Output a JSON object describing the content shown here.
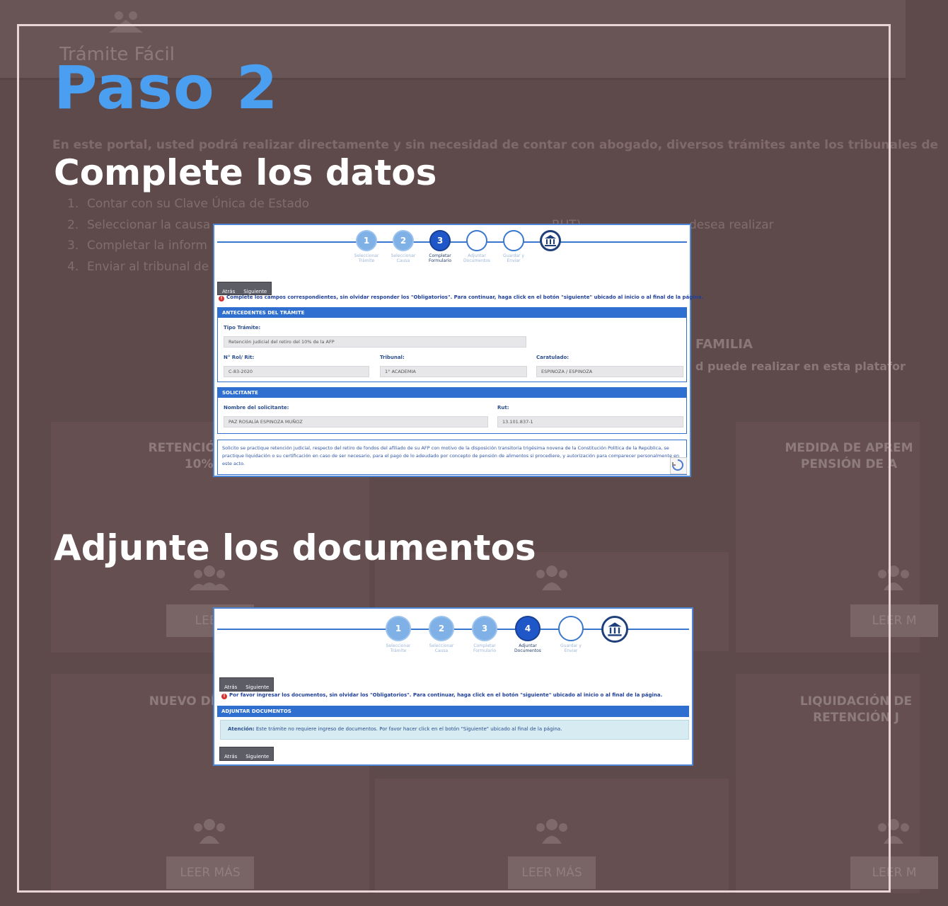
{
  "background": {
    "logo_text": "Trámite Fácil",
    "intro": "En este portal, usted podrá realizar directamente y sin necesidad de contar con abogado, diversos trámites ante los tribunales de",
    "steps": [
      {
        "n": "1.",
        "text": "Contar con su Clave Única de Estado"
      },
      {
        "n": "2.",
        "text": "Seleccionar la causa"
      },
      {
        "n": "3.",
        "text": "Completar la inform"
      },
      {
        "n": "4.",
        "text": "Enviar al tribunal de"
      }
    ],
    "step2_mid": "RUT)",
    "step2_tail": "desea realizar",
    "familia": "FAMILIA",
    "puede": "d puede realizar en esta platafor",
    "cards": [
      {
        "title": "RETENCIÓN JUDICI\n10% DE",
        "button": "LEER"
      },
      {
        "title": "MEDIDA DE APREM\nPENSIÓN DE A",
        "button": "LEER M"
      },
      {
        "title": "NUEVO DÍA Y HOR",
        "button": "LEER MÁS"
      },
      {
        "title": "LIQUIDACIÓN DE\nRETENCIÓN J",
        "button": "LEER M"
      },
      {
        "button": "LEER MÁS"
      }
    ]
  },
  "title": "Paso 2",
  "heading1": "Complete los datos",
  "heading2": "Adjunte los documentos",
  "shot1": {
    "wizard": [
      {
        "num": "1",
        "label": "Seleccionar\nTrámite",
        "state": "done"
      },
      {
        "num": "2",
        "label": "Seleccionar\nCausa",
        "state": "done"
      },
      {
        "num": "3",
        "label": "Completar\nFormulario",
        "state": "active"
      },
      {
        "num": "",
        "label": "Adjuntar\nDocumentos",
        "state": "todo"
      },
      {
        "num": "",
        "label": "Guardar y\nEnviar",
        "state": "todo"
      }
    ],
    "back": "Atrás",
    "next": "Siguiente",
    "notice": "Complete los campos correspondientes, sin olvidar responder los \"Obligatorios\". Para continuar, haga click en el botón \"siguiente\" ubicado al inicio o al final de la página.",
    "sec1_title": "ANTECEDENTES DEL TRÁMITE",
    "tipo_label": "Tipo Trámite:",
    "tipo_value": "Retención judicial del retiro del 10% de la AFP",
    "rol_label": "N° Rol/ Rit:",
    "rol_value": "C-83-2020",
    "tribunal_label": "Tribunal:",
    "tribunal_value": "1° ACADEMIA",
    "caratulado_label": "Caratulado:",
    "caratulado_value": "ESPINOZA / ESPINOZA",
    "sec2_title": "SOLICITANTE",
    "nombre_label": "Nombre del solicitante:",
    "nombre_value": "PAZ ROSALÍA ESPINOZA MUÑOZ",
    "rut_label": "Rut:",
    "rut_value": "13.101.837-1",
    "request_text": "Solicito se practique retención judicial, respecto del retiro de fondos del afiliado de su AFP con motivo de la disposición transitoria trigésima novena de la Constitución Política de la República, se practique liquidación o su certificación en caso de ser necesario, para el pago de lo adeudado por concepto de pensión de alimentos si procediere, y autorización para comparecer personalmente en este acto."
  },
  "shot2": {
    "wizard": [
      {
        "num": "1",
        "label": "Seleccionar\nTrámite",
        "state": "done"
      },
      {
        "num": "2",
        "label": "Seleccionar\nCausa",
        "state": "done"
      },
      {
        "num": "3",
        "label": "Completar\nFormulario",
        "state": "done"
      },
      {
        "num": "4",
        "label": "Adjuntar\nDocumentos",
        "state": "active"
      },
      {
        "num": "",
        "label": "Guardar y\nEnviar",
        "state": "todo"
      }
    ],
    "back": "Atrás",
    "next": "Siguiente",
    "notice": "Por favor ingresar los documentos, sin olvidar los \"Obligatorios\". Para continuar, haga click en el botón \"siguiente\" ubicado al inicio o al final de la página.",
    "sec_title": "ADJUNTAR DOCUMENTOS",
    "attention_label": "Atención:",
    "attention_text": "Este trámite no requiere ingreso de documentos. Por favor hacer click en el botón \"Siguiente\" ubicado al final de la página."
  },
  "colors": {
    "title_blue": "#4b9ff0",
    "frame": "#e9d5d8",
    "overlay_bg": "#5f4a4b",
    "wizard_active": "#1f57c8",
    "section_blue": "#2f6fd0"
  },
  "icons": [
    "users-icon",
    "bank-icon",
    "alert-icon",
    "recaptcha-icon"
  ]
}
